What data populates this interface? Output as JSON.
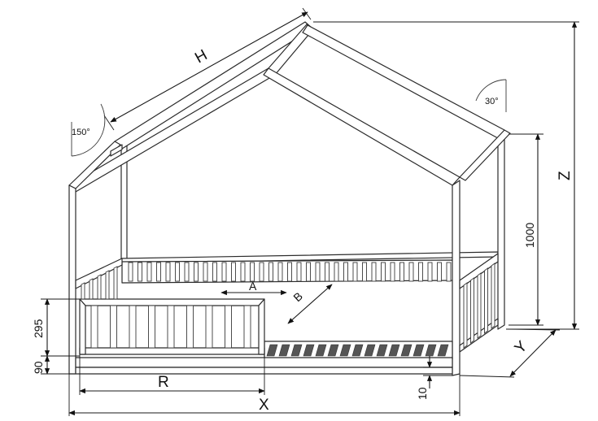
{
  "labels": {
    "h": "H",
    "a": "A",
    "b": "B",
    "x": "X",
    "y": "Y",
    "z": "Z",
    "r": "R",
    "height_1000": "1000",
    "height_295": "295",
    "height_90": "90",
    "height_10": "10",
    "angle_150": "150°",
    "angle_30": "30°"
  },
  "colors": {
    "line": "#2b2b2b",
    "background": "#ffffff"
  }
}
